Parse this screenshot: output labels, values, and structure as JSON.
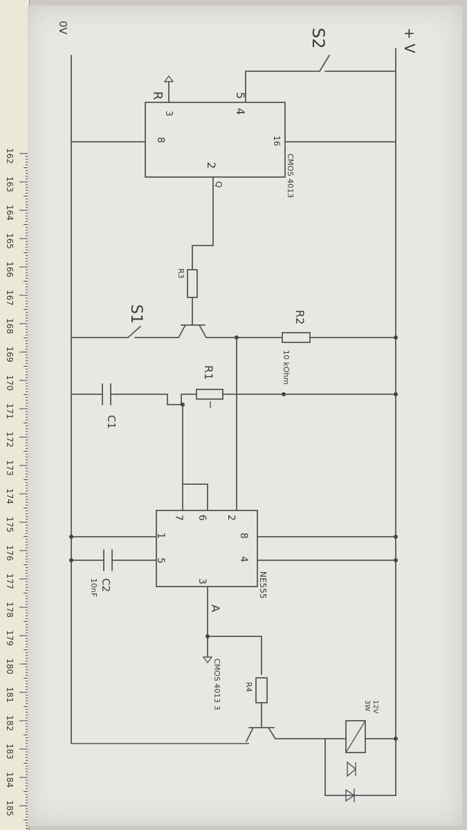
{
  "ruler": {
    "numbers": [
      "162",
      "163",
      "164",
      "165",
      "166",
      "167",
      "168",
      "169",
      "170",
      "171",
      "172",
      "173",
      "174",
      "175",
      "176",
      "177",
      "178",
      "179",
      "180",
      "181",
      "182",
      "183",
      "184",
      "185"
    ],
    "highlight_color": "#d23b2c"
  },
  "schematic": {
    "rails": {
      "positive": "+ V",
      "ground": "0V"
    },
    "switches": {
      "s2": "S2",
      "s1": "S1"
    },
    "cmos_chip": {
      "name": "CMOS 4013",
      "pins": {
        "p5": "5",
        "p4": "4",
        "p3": "3",
        "p8": "8",
        "p16": "16",
        "p2": "2",
        "q": "Q"
      },
      "input": "R"
    },
    "resistors": {
      "r3": "R3",
      "r1": "R1",
      "r2": "R2",
      "r2_value": "10 kOhm",
      "r4": "R4"
    },
    "capacitors": {
      "c1": "C1",
      "c2": "C2",
      "c2_value": "10nF"
    },
    "timer_chip": {
      "name": "NE555",
      "pins": {
        "p2": "2",
        "p6": "6",
        "p7": "7",
        "p1": "1",
        "p5": "5",
        "p8": "8",
        "p4": "4",
        "p3": "3"
      },
      "output": "A"
    },
    "cmos_ref": "CMOS 4013 3",
    "load": {
      "rating_v": "12V",
      "rating_w": "3W"
    }
  }
}
